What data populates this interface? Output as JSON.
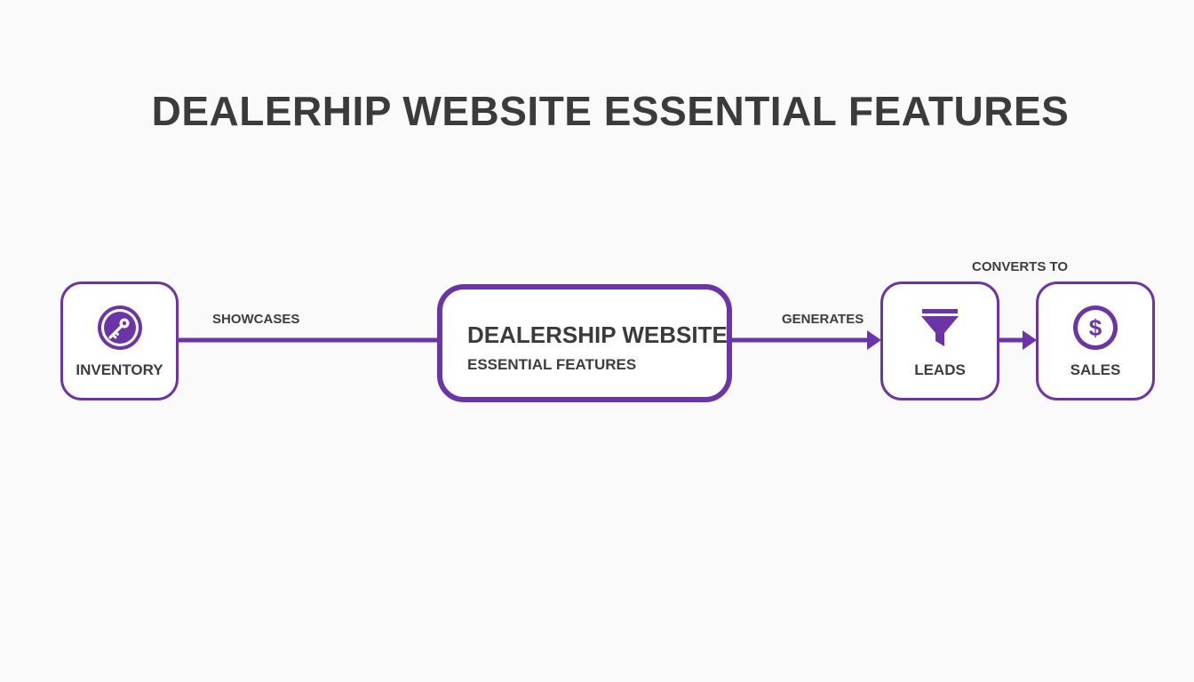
{
  "title": "DEALERHIP WEBSITE ESSENTIAL FEATURES",
  "accent_color": "#6b35a8",
  "nodes": {
    "inventory": {
      "label": "INVENTORY",
      "icon": "key-icon"
    },
    "center": {
      "title": "DEALERSHIP WEBSITE",
      "subtitle": "ESSENTIAL FEATURES"
    },
    "leads": {
      "label": "LEADS",
      "icon": "funnel-icon"
    },
    "sales": {
      "label": "SALES",
      "icon": "dollar-icon"
    }
  },
  "edges": [
    {
      "from": "inventory",
      "to": "center",
      "label": "SHOWCASES"
    },
    {
      "from": "center",
      "to": "leads",
      "label": "GENERATES"
    },
    {
      "from": "leads",
      "to": "sales",
      "label": "CONVERTS TO"
    }
  ]
}
